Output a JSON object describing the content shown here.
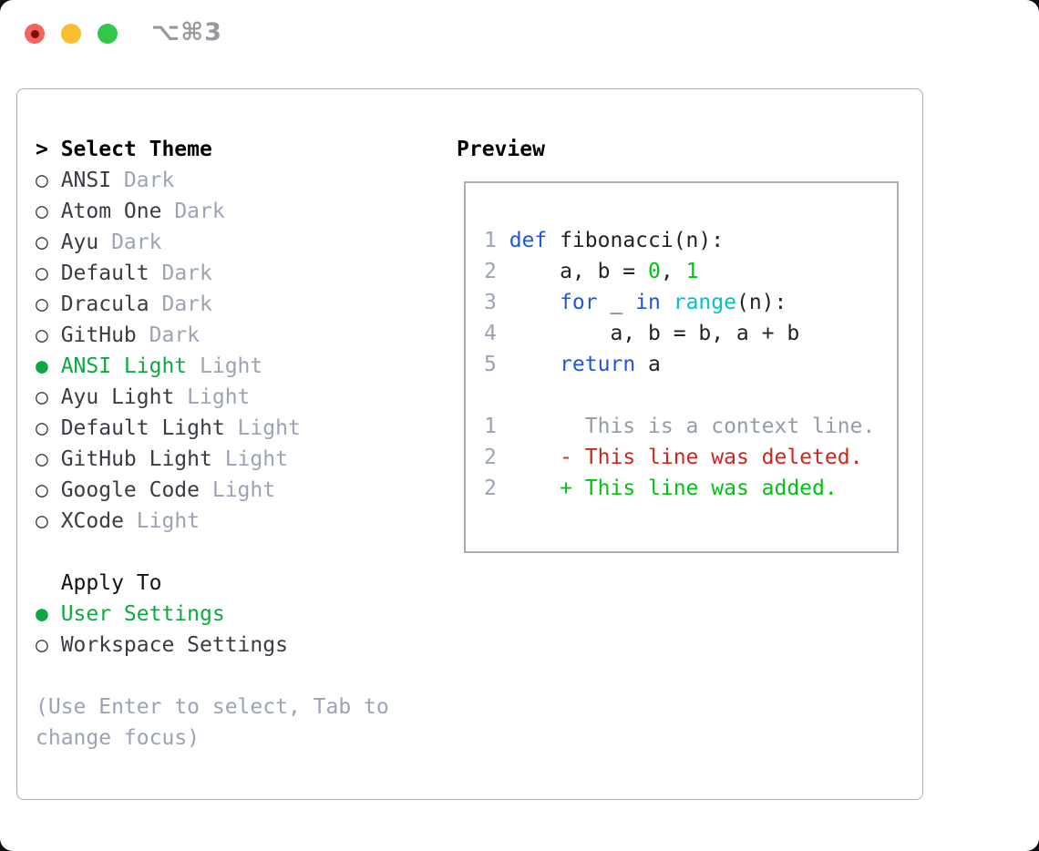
{
  "colors": {
    "accent_green": "#0ea843",
    "bright_green": "#00c213",
    "kw_blue": "#1f57d8",
    "builtin_cyan": "#00c2c8",
    "diff_red": "#c9281c",
    "muted_gray": "#9aa4b2",
    "context_gray": "#939da8",
    "linenum_gray": "#9aa4b2",
    "text_dark": "#383d43",
    "border_gray": "#a7aeb8",
    "shortcut_gray": "#97999e",
    "tl_red": "#f4635c",
    "tl_red_dot": "#7b100a",
    "tl_yellow": "#fbbf2e",
    "tl_green": "#30c74a"
  },
  "titlebar": {
    "shortcut": "⌥⌘3"
  },
  "icons": {
    "radio_selected": "●",
    "radio_unselected": "○"
  },
  "theme_panel": {
    "prompt": ">",
    "title": "Select Theme",
    "themes": [
      {
        "name": "ANSI",
        "tag": "Dark",
        "selected": false
      },
      {
        "name": "Atom One",
        "tag": "Dark",
        "selected": false
      },
      {
        "name": "Ayu",
        "tag": "Dark",
        "selected": false
      },
      {
        "name": "Default",
        "tag": "Dark",
        "selected": false
      },
      {
        "name": "Dracula",
        "tag": "Dark",
        "selected": false
      },
      {
        "name": "GitHub",
        "tag": "Dark",
        "selected": false
      },
      {
        "name": "ANSI Light",
        "tag": "Light",
        "selected": true
      },
      {
        "name": "Ayu Light",
        "tag": "Light",
        "selected": false
      },
      {
        "name": "Default Light",
        "tag": "Light",
        "selected": false
      },
      {
        "name": "GitHub Light",
        "tag": "Light",
        "selected": false
      },
      {
        "name": "Google Code",
        "tag": "Light",
        "selected": false
      },
      {
        "name": "XCode",
        "tag": "Light",
        "selected": false
      }
    ],
    "apply_to": {
      "title": "Apply To",
      "options": [
        {
          "name": "User Settings",
          "selected": true
        },
        {
          "name": "Workspace Settings",
          "selected": false
        }
      ]
    },
    "help": "(Use Enter to select, Tab to change focus)"
  },
  "preview": {
    "title": "Preview",
    "lines": [
      {
        "num": "1",
        "segments": [
          {
            "text": "def",
            "style": "keyword"
          },
          {
            "text": " fibonacci(n):",
            "style": "code"
          }
        ]
      },
      {
        "num": "2",
        "segments": [
          {
            "text": "    a, b = ",
            "style": "code"
          },
          {
            "text": "0",
            "style": "number"
          },
          {
            "text": ", ",
            "style": "code"
          },
          {
            "text": "1",
            "style": "number"
          }
        ]
      },
      {
        "num": "3",
        "segments": [
          {
            "text": "    ",
            "style": "code"
          },
          {
            "text": "for",
            "style": "keyword"
          },
          {
            "text": " _ ",
            "style": "code"
          },
          {
            "text": "in",
            "style": "keyword"
          },
          {
            "text": " ",
            "style": "code"
          },
          {
            "text": "range",
            "style": "builtin"
          },
          {
            "text": "(n):",
            "style": "code"
          }
        ]
      },
      {
        "num": "4",
        "segments": [
          {
            "text": "        a, b = b, a + b",
            "style": "code"
          }
        ]
      },
      {
        "num": "5",
        "segments": [
          {
            "text": "    ",
            "style": "code"
          },
          {
            "text": "return",
            "style": "keyword"
          },
          {
            "text": " a",
            "style": "code"
          }
        ]
      },
      {
        "num": "",
        "segments": []
      },
      {
        "num": "1",
        "segments": [
          {
            "text": "      This is a context line.",
            "style": "context"
          }
        ]
      },
      {
        "num": "2",
        "segments": [
          {
            "text": "    ",
            "style": "code"
          },
          {
            "text": "- This line was deleted.",
            "style": "deleted"
          }
        ]
      },
      {
        "num": "2",
        "segments": [
          {
            "text": "    ",
            "style": "code"
          },
          {
            "text": "+ This line was added.",
            "style": "added"
          }
        ]
      }
    ]
  }
}
